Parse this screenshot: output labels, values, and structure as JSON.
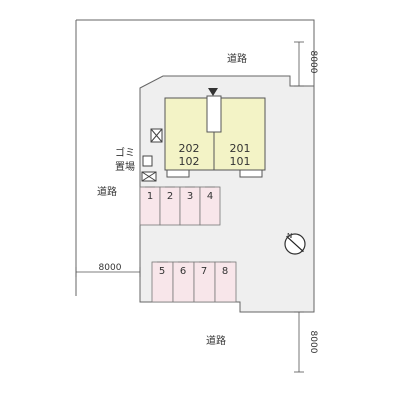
{
  "roads": {
    "north": "道路",
    "west": "道路",
    "south": "道路"
  },
  "dimensions": {
    "north_width": "8000",
    "west_width": "8000",
    "south_width": "8000"
  },
  "building": {
    "units_west": [
      "202",
      "102"
    ],
    "units_east": [
      "201",
      "101"
    ],
    "fill_color": "#f3f3c6"
  },
  "garbage_area": {
    "line1": "ゴミ",
    "line2": "置場"
  },
  "parking": {
    "row_top": [
      "1",
      "2",
      "3",
      "4"
    ],
    "row_bottom": [
      "5",
      "6",
      "7",
      "8"
    ],
    "fill_color": "#f8e6ea"
  },
  "site": {
    "fill_color": "#efefef",
    "road_color": "#ffffff"
  },
  "icons": {
    "north_arrow": "north-arrow-icon",
    "entrance_marker": "entrance-triangle-icon",
    "equipment": "crossed-box-icon"
  }
}
